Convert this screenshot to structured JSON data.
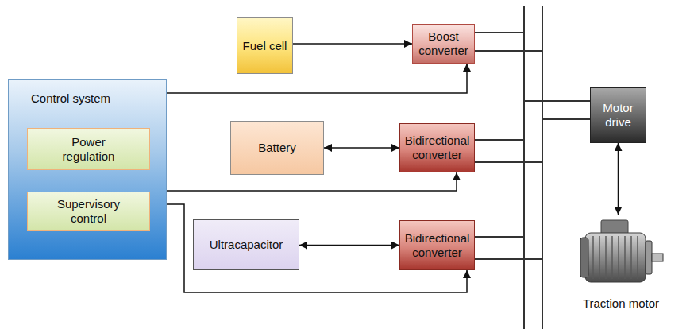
{
  "diagram": {
    "nodes": [
      {
        "text": [
          "Control system"
        ]
      },
      {
        "text": [
          "Power regulation"
        ],
        "in": 0
      },
      {
        "text": [
          "Supervisory control"
        ],
        "in": 0
      },
      {
        "text": [
          "Fuel cell"
        ]
      },
      {
        "text": [
          "Boost converter"
        ]
      },
      {
        "text": [
          "Battery"
        ]
      },
      {
        "text": [
          "Bidirectional converter"
        ]
      },
      {
        "text": [
          "Ultracapacitor"
        ]
      },
      {
        "text": [
          "Bidirectional converter"
        ]
      },
      {
        "text": [
          "Motor drive"
        ]
      },
      {
        "text": [
          "Traction motor"
        ]
      }
    ],
    "edges": [
      {
        "from": 3,
        "to": 4,
        "arrow": "to"
      },
      {
        "from": 0,
        "to": 4,
        "arrow": "to"
      },
      {
        "from": 5,
        "to": 6,
        "arrow": "both"
      },
      {
        "from": 0,
        "to": 6,
        "arrow": "to"
      },
      {
        "from": 7,
        "to": 8,
        "arrow": "both"
      },
      {
        "from": 0,
        "to": 8,
        "arrow": "to"
      },
      {
        "from": 9,
        "to": 10,
        "arrow": "both"
      }
    ]
  }
}
